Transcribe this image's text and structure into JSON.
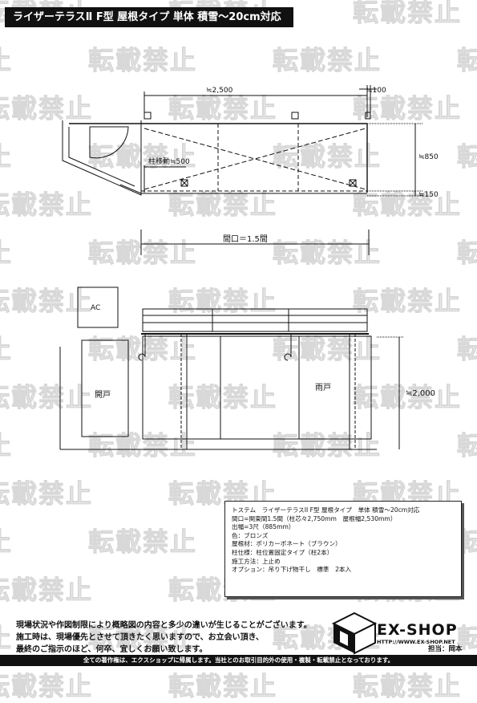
{
  "title": "ライザーテラスⅡ F型 屋根タイプ 単体 積雪～20cm対応",
  "watermark_text": "転載禁止",
  "plan_view": {
    "dim_width": "≒2,500",
    "dim_edge": "≒100",
    "dim_depth": "≒850",
    "dim_depth_small": "≒150",
    "post_move": "柱移動≒500",
    "opening": "間口＝1.5間"
  },
  "elevation_view": {
    "ac_label": "AC",
    "door_label": "開戸",
    "shutter_label": "雨戸",
    "dim_height": "≒2,000"
  },
  "spec": {
    "lines": [
      "トステム　ライザーテラスII F型 屋根タイプ　単体 積雪～20cm対応",
      "間口=関東間1.5間（柱芯々2,750mm　屋根幅2,530mm）",
      "出幅=3尺（885mm）",
      "色：ブロンズ",
      "屋根材：ポリカーボネート（ブラウン）",
      "柱仕様：柱位置固定タイプ（柱2本）",
      "施工方法：上止め",
      "オプション：吊り下げ物干し　標準　2本入"
    ]
  },
  "notes": [
    "現場状況や作図制限により概略図の内容と多少の違いが生じることがございます。",
    "施工時は、現場優先とさせて頂きたく思いますので、お立会い頂き、",
    "最終のご指示のほど、何卒、宜しくお願い致します。"
  ],
  "brand": {
    "name": "EX-SHOP",
    "url": "HTTP://WWW.EX-SHOP.NET",
    "person": "担当：岡本"
  },
  "footer": "全ての著作権は、エクスショップに帰属します。当社とのお取引目的外の使用・複製・転載禁止となっております。",
  "colors": {
    "ink": "#111111",
    "watermark": "#d8d8d8",
    "footer_bg": "#111111"
  }
}
